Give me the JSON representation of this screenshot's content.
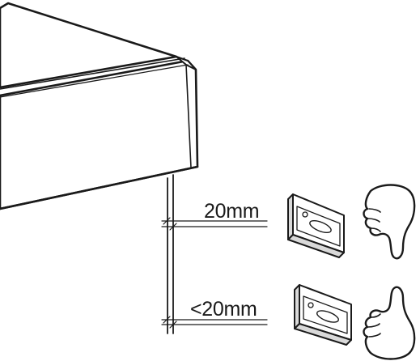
{
  "dimensions": {
    "top_label": "20mm",
    "bottom_label": "<20mm"
  },
  "verdicts": {
    "top": "thumbs-down",
    "bottom": "thumbs-up"
  },
  "colors": {
    "ink": "#1a1a1a",
    "fill": "#ffffff",
    "shade": "#d9d9d9"
  }
}
